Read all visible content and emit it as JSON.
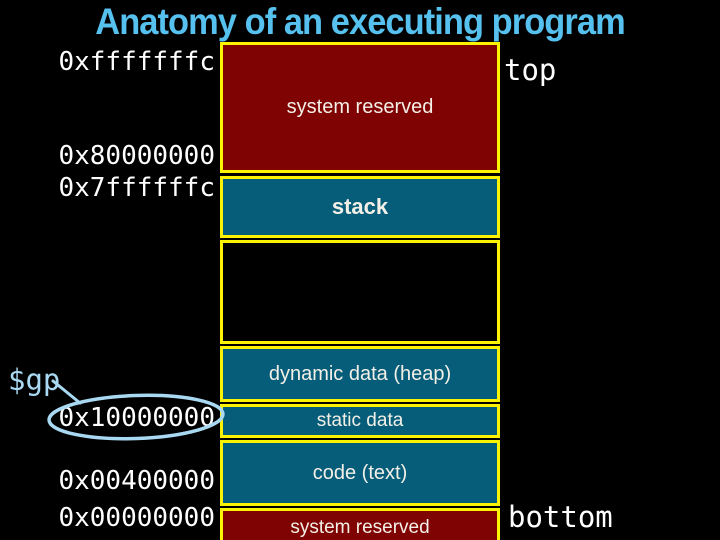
{
  "title": "Anatomy of an executing program",
  "annotations": {
    "gp_register": "$gp",
    "top_label": "top",
    "bottom_label": "bottom"
  },
  "addresses": {
    "a_fffffffc": "0xfffffffc",
    "a_80000000": "0x80000000",
    "a_7ffffffc": "0x7ffffffc",
    "a_10000000": "0x10000000",
    "a_00400000": "0x00400000",
    "a_00000000": "0x00000000"
  },
  "memory_blocks": [
    {
      "label": "system reserved"
    },
    {
      "label": "stack"
    },
    {
      "label": ""
    },
    {
      "label": "dynamic data (heap)"
    },
    {
      "label": "static data"
    },
    {
      "label": "code (text)"
    },
    {
      "label": "system reserved"
    }
  ],
  "colors": {
    "background": "#000000",
    "title-blue": "#56c0ee",
    "annotation-blue": "#a9d9f2",
    "block-red": "#800303",
    "block-teal": "#065d79",
    "border-yellow": "#fcf303",
    "label-white": "#f3f0e8",
    "address-white": "#ffffff"
  }
}
